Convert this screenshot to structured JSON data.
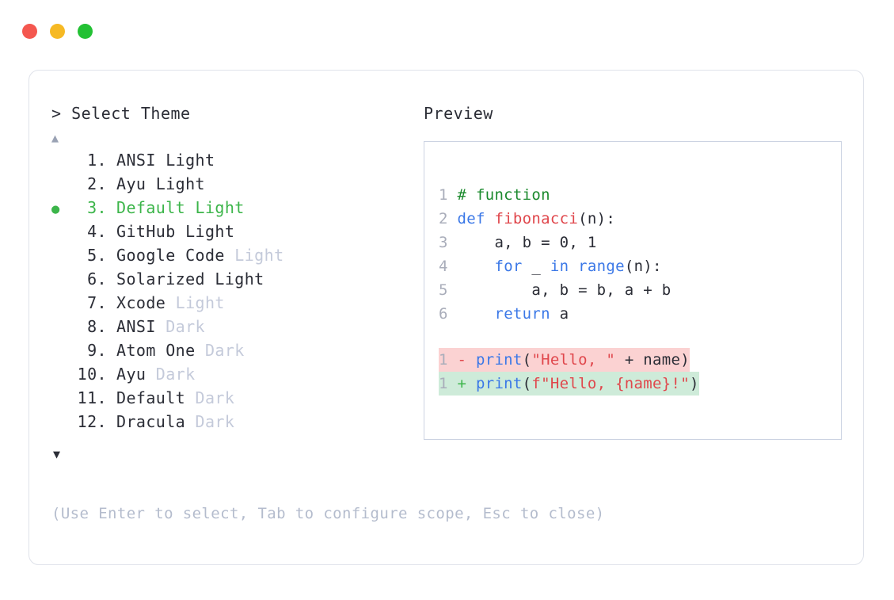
{
  "window": {
    "dots": [
      {
        "name": "close",
        "color": "#f4574f"
      },
      {
        "name": "minimize",
        "color": "#f6b924"
      },
      {
        "name": "maximize",
        "color": "#23c134"
      }
    ]
  },
  "left": {
    "prompt": "> Select Theme",
    "scroll_up_icon": "▲",
    "scroll_down_icon": "▼",
    "selected_index": 3,
    "bullet_glyph": "●",
    "items": [
      {
        "index": "1.",
        "name": "ANSI Light",
        "variant": "",
        "selected": false
      },
      {
        "index": "2.",
        "name": "Ayu Light",
        "variant": "",
        "selected": false
      },
      {
        "index": "3.",
        "name": "Default Light",
        "variant": "",
        "selected": true
      },
      {
        "index": "4.",
        "name": "GitHub Light",
        "variant": "",
        "selected": false
      },
      {
        "index": "5.",
        "name": "Google Code",
        "variant": "Light",
        "selected": false
      },
      {
        "index": "6.",
        "name": "Solarized Light",
        "variant": "",
        "selected": false
      },
      {
        "index": "7.",
        "name": "Xcode",
        "variant": "Light",
        "selected": false
      },
      {
        "index": "8.",
        "name": "ANSI",
        "variant": "Dark",
        "selected": false
      },
      {
        "index": "9.",
        "name": "Atom One",
        "variant": "Dark",
        "selected": false
      },
      {
        "index": "10.",
        "name": "Ayu",
        "variant": "Dark",
        "selected": false
      },
      {
        "index": "11.",
        "name": "Default",
        "variant": "Dark",
        "selected": false
      },
      {
        "index": "12.",
        "name": "Dracula",
        "variant": "Dark",
        "selected": false
      }
    ],
    "hint": "(Use Enter to select, Tab to configure scope, Esc to close)"
  },
  "right": {
    "preview_label": "Preview",
    "code_lines": [
      {
        "no": "1",
        "tokens": [
          {
            "t": "# function",
            "c": "comment"
          }
        ]
      },
      {
        "no": "2",
        "tokens": [
          {
            "t": "def ",
            "c": "kw"
          },
          {
            "t": "fibonacci",
            "c": "fn"
          },
          {
            "t": "(n):",
            "c": "plain"
          }
        ]
      },
      {
        "no": "3",
        "tokens": [
          {
            "t": "    a, b = 0, 1",
            "c": "plain"
          }
        ]
      },
      {
        "no": "4",
        "tokens": [
          {
            "t": "    ",
            "c": "plain"
          },
          {
            "t": "for",
            "c": "kw"
          },
          {
            "t": " _ ",
            "c": "plain"
          },
          {
            "t": "in",
            "c": "kw"
          },
          {
            "t": " ",
            "c": "plain"
          },
          {
            "t": "range",
            "c": "builtin"
          },
          {
            "t": "(n):",
            "c": "plain"
          }
        ]
      },
      {
        "no": "5",
        "tokens": [
          {
            "t": "        a, b = b, a + b",
            "c": "plain"
          }
        ]
      },
      {
        "no": "6",
        "tokens": [
          {
            "t": "    ",
            "c": "plain"
          },
          {
            "t": "return",
            "c": "kw"
          },
          {
            "t": " a",
            "c": "plain"
          }
        ]
      }
    ],
    "diff_lines": [
      {
        "no": "1",
        "sign": "-",
        "kind": "del",
        "tokens": [
          {
            "t": "print",
            "c": "builtin"
          },
          {
            "t": "(",
            "c": "plain"
          },
          {
            "t": "\"Hello, \"",
            "c": "str"
          },
          {
            "t": " + name)",
            "c": "plain"
          }
        ]
      },
      {
        "no": "1",
        "sign": "+",
        "kind": "add",
        "tokens": [
          {
            "t": "print",
            "c": "builtin"
          },
          {
            "t": "(",
            "c": "plain"
          },
          {
            "t": "f\"Hello, {name}!\"",
            "c": "str"
          },
          {
            "t": ")",
            "c": "plain"
          }
        ]
      }
    ]
  },
  "colors": {
    "accent_green": "#3cb54a",
    "muted": "#c4cada",
    "hint": "#b4bccd",
    "text": "#2b2d36",
    "diff_del_bg": "#fbd2d2",
    "diff_add_bg": "#ceebd9",
    "panel_border": "#ccd3e2",
    "card_border": "#dfe2ea"
  }
}
